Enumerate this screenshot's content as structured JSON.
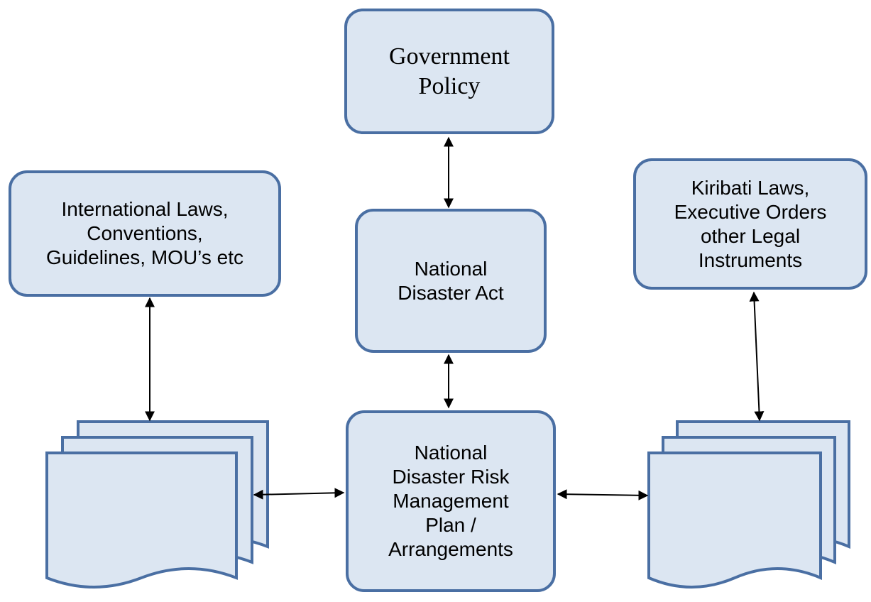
{
  "boxes": {
    "government_policy": "Government\nPolicy",
    "international_laws": "International Laws,\nConventions,\nGuidelines, MOU’s etc",
    "national_disaster_act": "National\nDisaster Act",
    "kiribati_laws": "Kiribati Laws,\nExecutive Orders\nother Legal\nInstruments",
    "ndrm_plan": "National\nDisaster Risk\nManagement\nPlan /\nArrangements"
  },
  "colors": {
    "box_fill": "#dce6f2",
    "box_border": "#4a6fa3",
    "arrow": "#000000"
  },
  "icons": {
    "left_documents": "multi-document-icon",
    "right_documents": "multi-document-icon"
  }
}
